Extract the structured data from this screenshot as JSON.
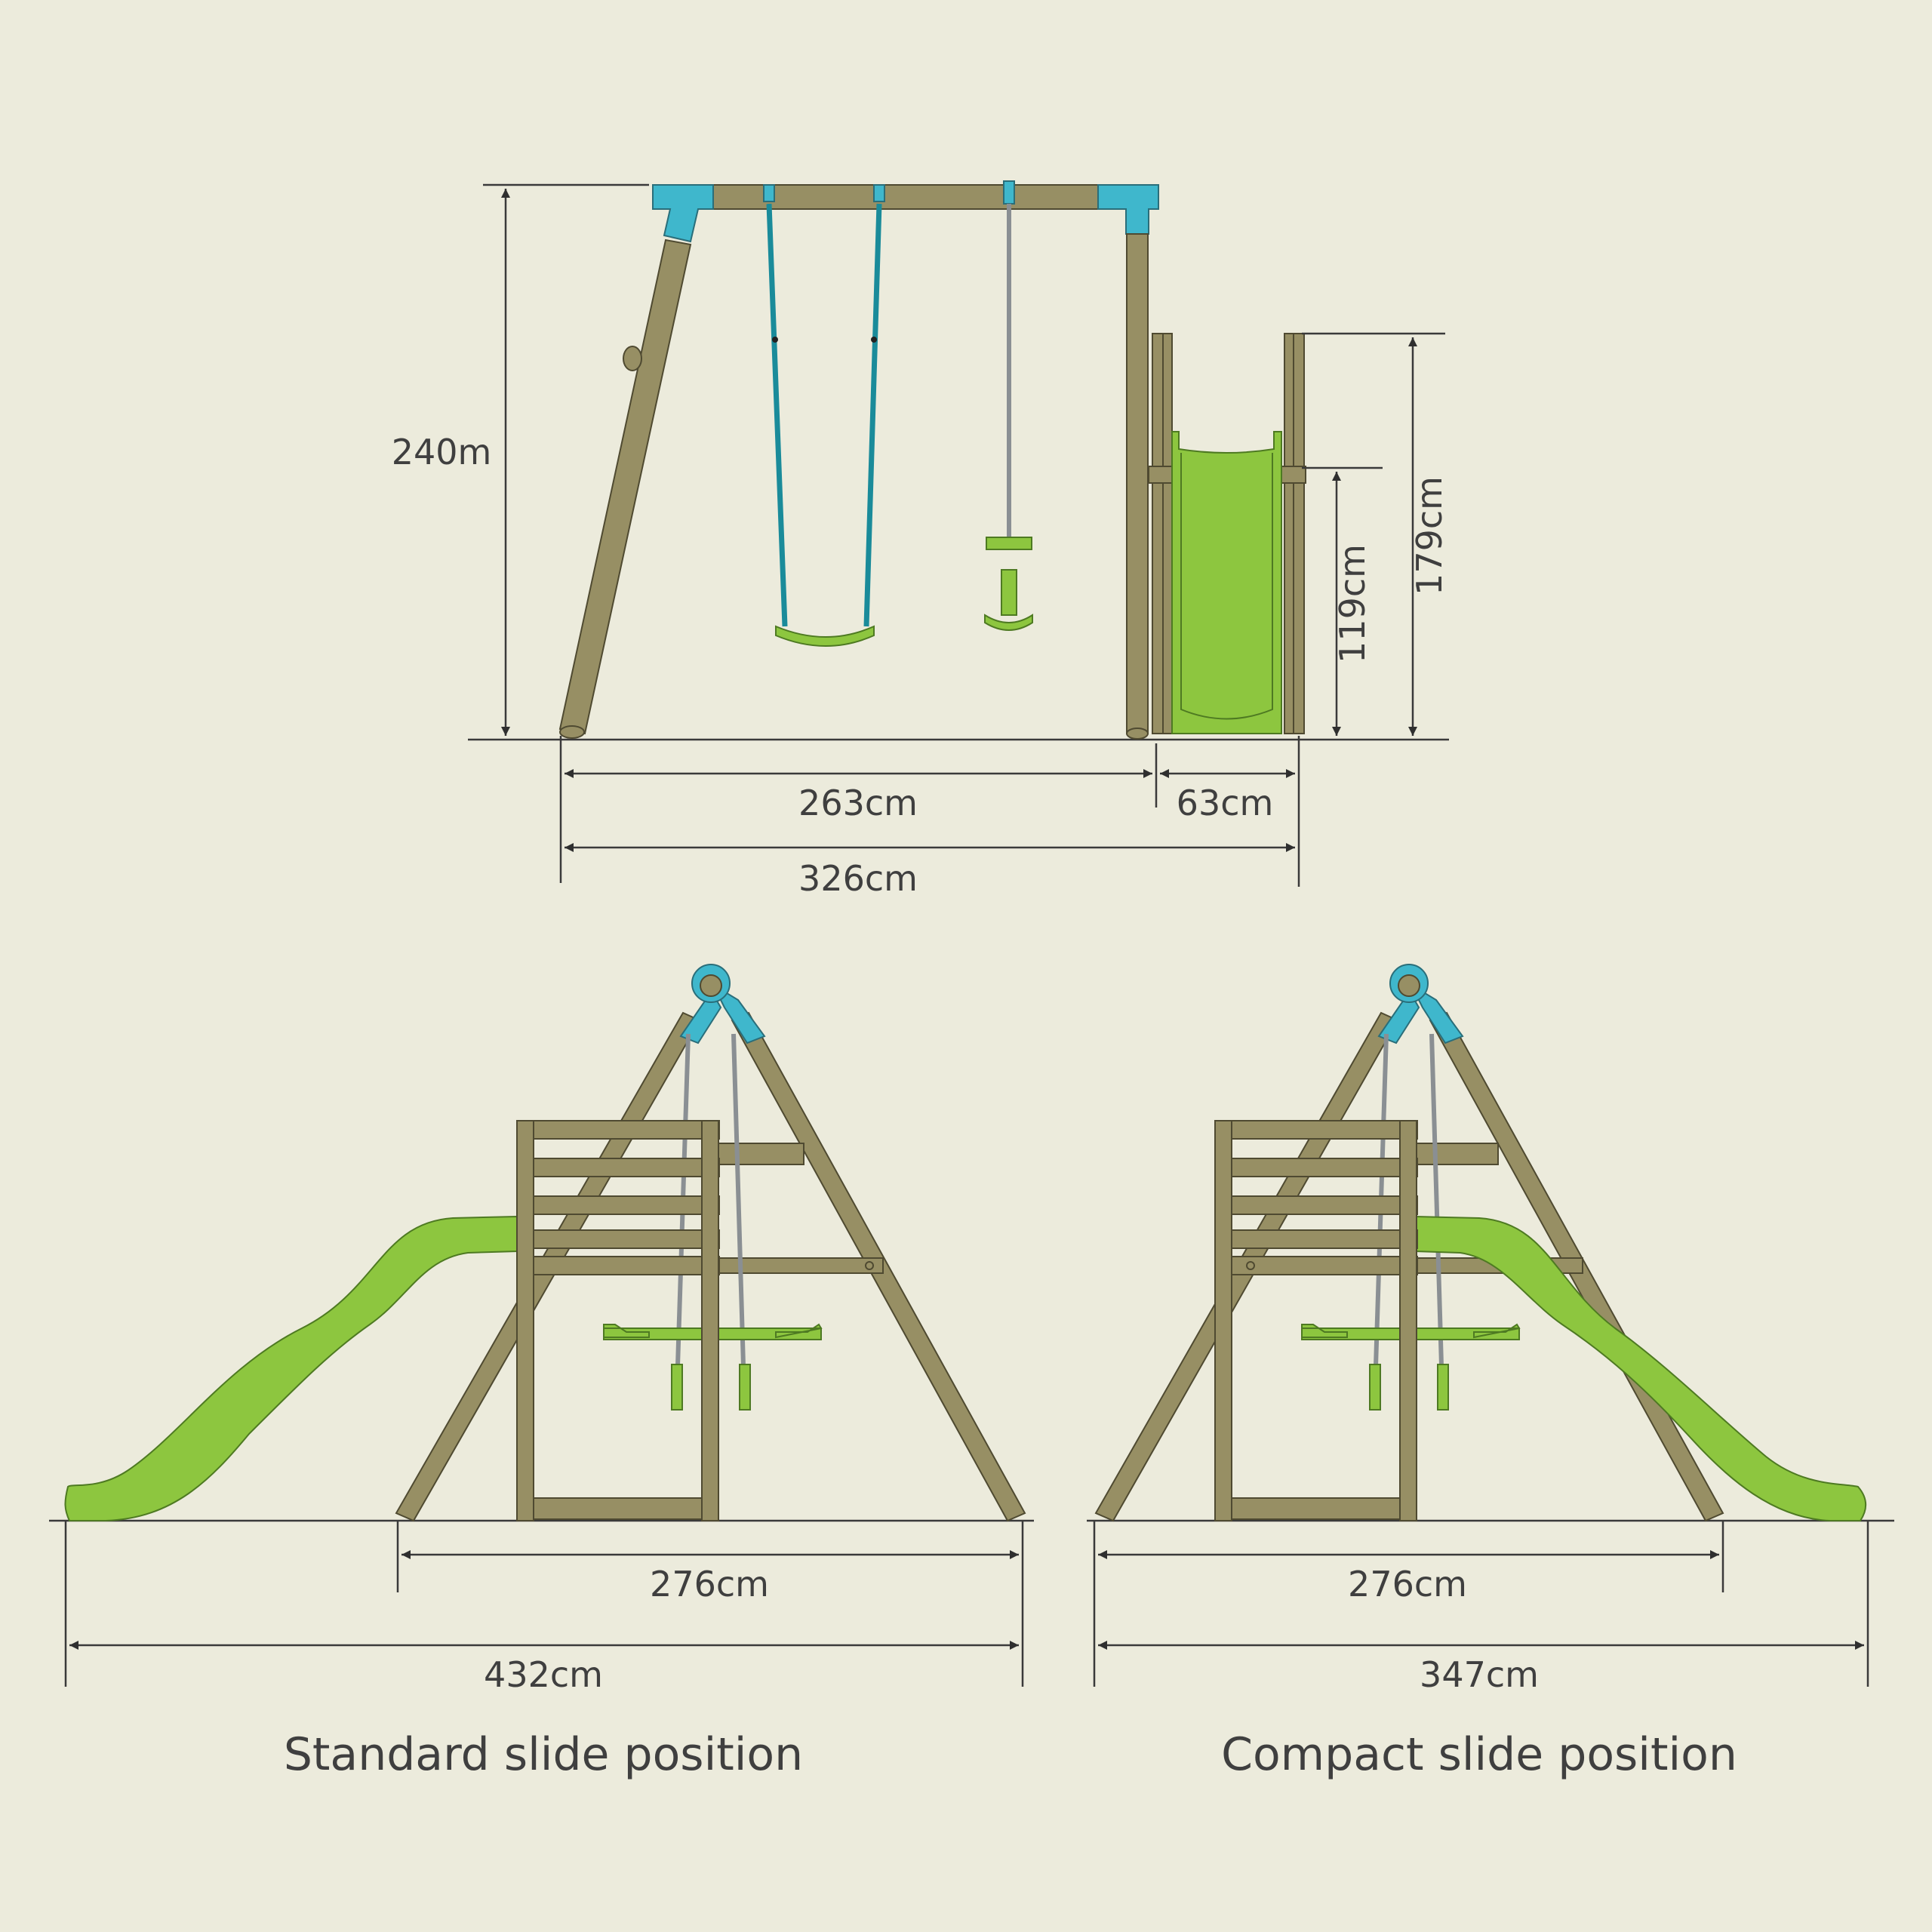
{
  "front_view": {
    "height_total": "240m",
    "height_deck": "179cm",
    "height_slide": "119cm",
    "width_swing": "263cm",
    "width_slide": "63cm",
    "width_total": "326cm"
  },
  "standard": {
    "inner_width": "276cm",
    "outer_width": "432cm",
    "caption": "Standard slide position"
  },
  "compact": {
    "inner_width": "276cm",
    "outer_width": "347cm",
    "caption": "Compact slide position"
  },
  "colors": {
    "background": "#ecebdc",
    "wood": "#978f64",
    "blue": "#3fb7cc",
    "green": "#8dc63f"
  }
}
